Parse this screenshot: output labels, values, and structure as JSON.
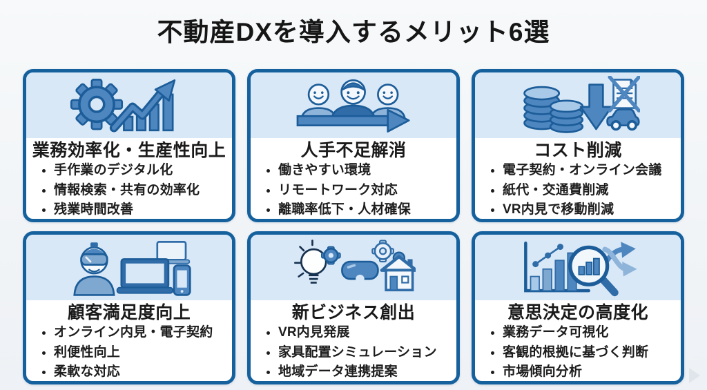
{
  "page": {
    "title": "不動産DXを導入するメリット6選"
  },
  "colors": {
    "background": "#f3f6f9",
    "card_border": "#15619e",
    "icon_panel_bg": "#d9e8f7",
    "card_bg": "#ffffff",
    "icon_dark": "#1c5d99",
    "icon_mid": "#4e86c0",
    "icon_light": "#a9c9e8",
    "text": "#1a1a1a"
  },
  "cards": [
    {
      "icon": "gear-growth-chart-icon",
      "heading": "業務効率化・生産性向上",
      "bullets": [
        "手作業のデジタル化",
        "情報検索・共有の効率化",
        "残業時間改善"
      ]
    },
    {
      "icon": "team-forward-arrow-icon",
      "heading": "人手不足解消",
      "bullets": [
        "働きやすい環境",
        "リモートワーク対応",
        "離職率低下・人材確保"
      ]
    },
    {
      "icon": "coins-down-arrow-no-paper-car-icon",
      "heading": "コスト削減",
      "bullets": [
        "電子契約・オンライン会議",
        "紙代・交通費削減",
        "VR内見で移動削減"
      ]
    },
    {
      "icon": "vr-user-devices-icon",
      "heading": "顧客満足度向上",
      "bullets": [
        "オンライン内見・電子契約",
        "利便性向上",
        "柔軟な対応"
      ]
    },
    {
      "icon": "idea-bulb-vr-house-icon",
      "heading": "新ビジネス創出",
      "bullets": [
        "VR内見発展",
        "家具配置シミュレーション",
        "地域データ連携提案"
      ]
    },
    {
      "icon": "analytics-magnifier-shuffle-icon",
      "heading": "意思決定の高度化",
      "bullets": [
        "業務データ可視化",
        "客観的根拠に基づく判断",
        "市場傾向分析"
      ]
    }
  ]
}
